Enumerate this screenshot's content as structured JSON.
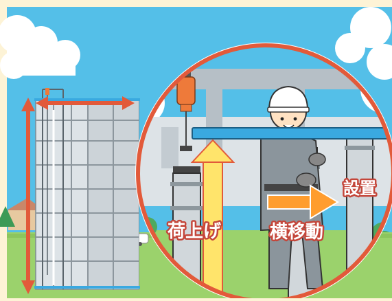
{
  "labels": {
    "lift": "荷上げ",
    "lateral_move": "横移動",
    "install": "設置"
  },
  "colors": {
    "frame": "#fdf3d6",
    "sky": "#54bfe8",
    "grass": "#9bd26c",
    "arrow_red": "#e25a3a",
    "arrow_yellow": "#ffe46b",
    "arrow_orange": "#ff9d2e",
    "beam_blue": "#3aa9e0",
    "hoist_orange": "#ee7a3a"
  },
  "icons": {
    "hoist": "electric-chain-hoist-icon",
    "worker": "worker-with-helmet-icon"
  }
}
